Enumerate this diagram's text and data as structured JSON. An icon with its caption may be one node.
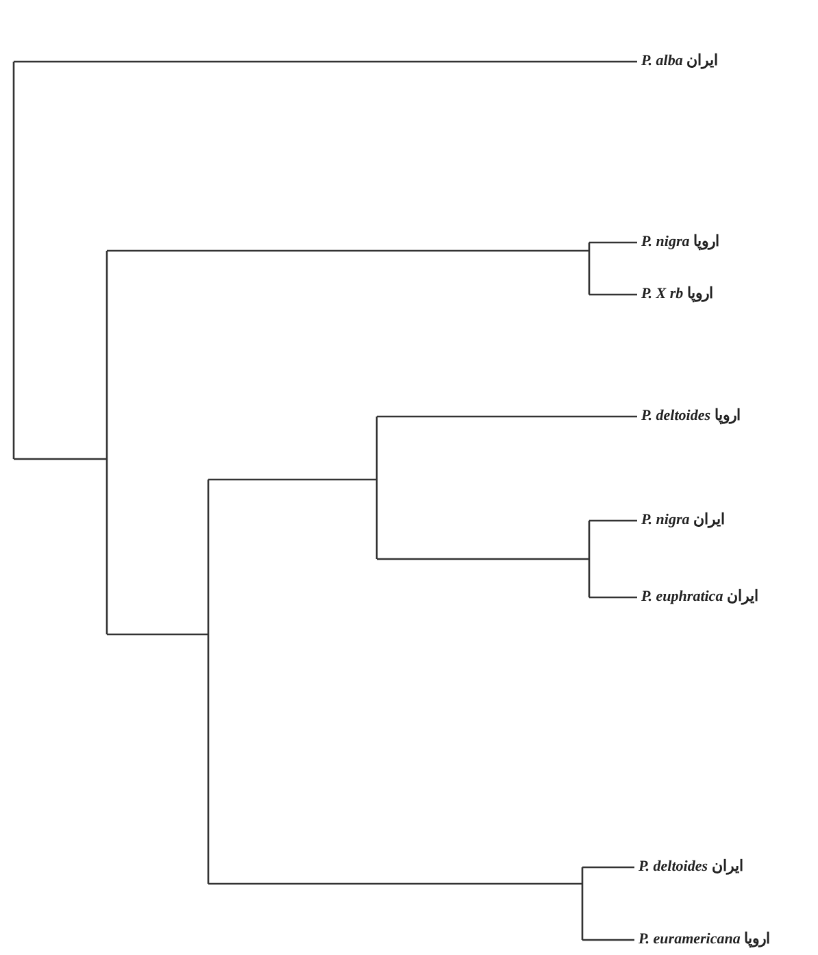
{
  "diagram": {
    "labels": [
      "*P. alba* ایران",
      "*P. nigra* اروپا",
      "*P. X rb* اروپا",
      "*P. deltoides* اروپا",
      "*P. nigra* ایران",
      "*P. euphratica* ایران",
      "*P. deltoides* ایران",
      "*P. euramericana* اروپا"
    ]
  }
}
